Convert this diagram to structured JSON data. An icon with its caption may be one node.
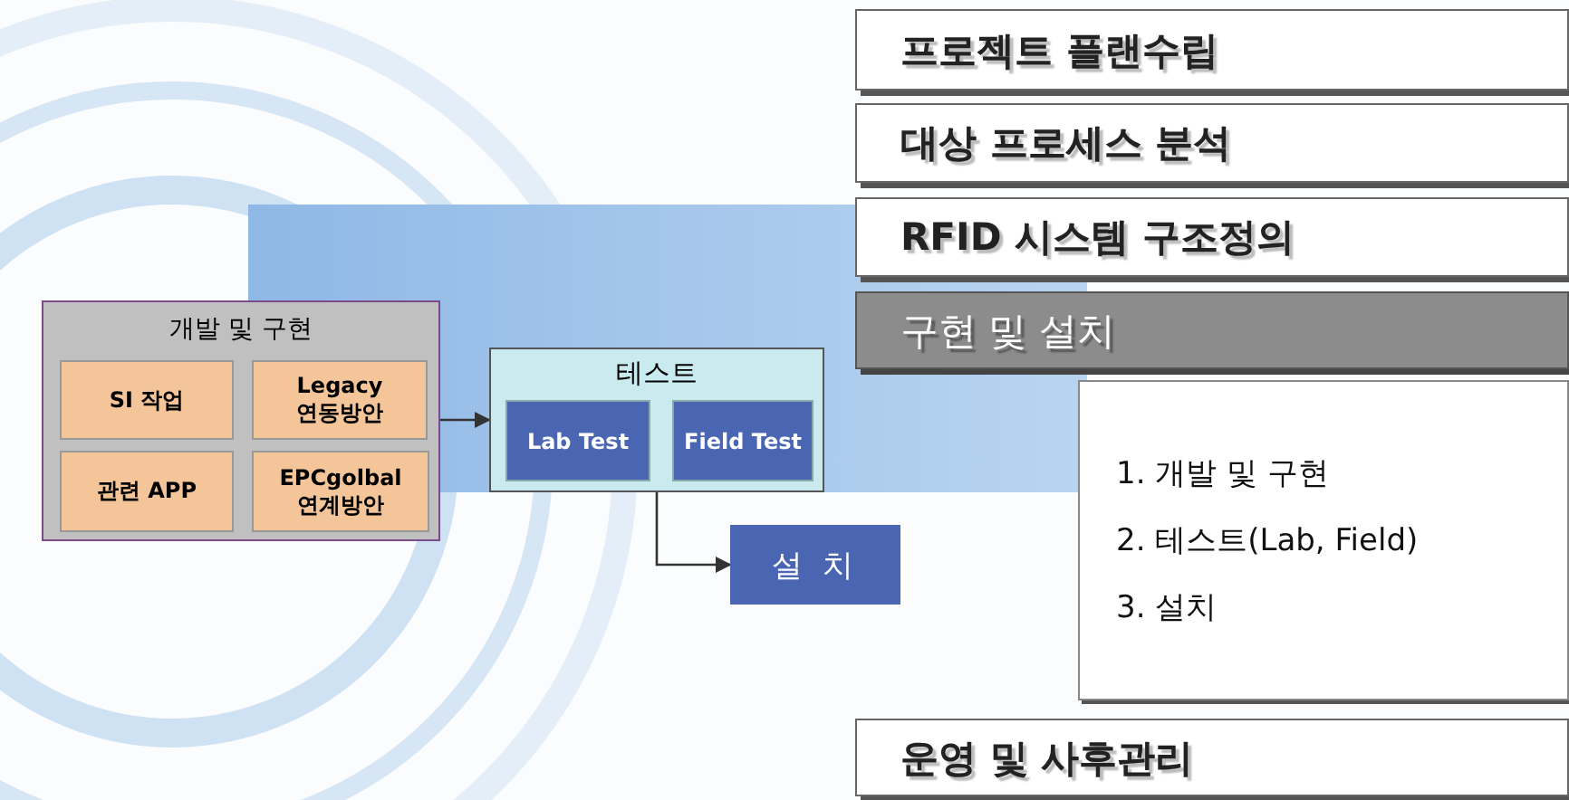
{
  "diagram": {
    "nodes": [
      {
        "text": [
          "프로젝트 플랜수립"
        ]
      },
      {
        "text": [
          "대상 프로세스 분석"
        ]
      },
      {
        "text": [
          "RFID 시스템 구조정의"
        ]
      },
      {
        "text": [
          "구현 및 설치"
        ]
      },
      {
        "text": [
          "1. 개발 및 구현",
          "2. 테스트(Lab, Field)",
          "3. 설치"
        ]
      },
      {
        "text": [
          "운영 및 사후관리"
        ]
      },
      {
        "text": [
          "개발 및 구현"
        ]
      },
      {
        "text": [
          "SI 작업"
        ],
        "in": 6
      },
      {
        "text": [
          "Legacy 연동방안"
        ],
        "in": 6
      },
      {
        "text": [
          "관련 APP"
        ],
        "in": 6
      },
      {
        "text": [
          "EPCgolbal 연계방안"
        ],
        "in": 6
      },
      {
        "text": [
          "테스트"
        ]
      },
      {
        "text": [
          "Lab Test"
        ],
        "in": 11
      },
      {
        "text": [
          "Field Test"
        ],
        "in": 11
      },
      {
        "text": [
          "설 치"
        ]
      }
    ],
    "edges": [
      {
        "from": 6,
        "to": 11,
        "arrow": "to"
      },
      {
        "from": 11,
        "to": 14,
        "arrow": "to"
      }
    ]
  }
}
